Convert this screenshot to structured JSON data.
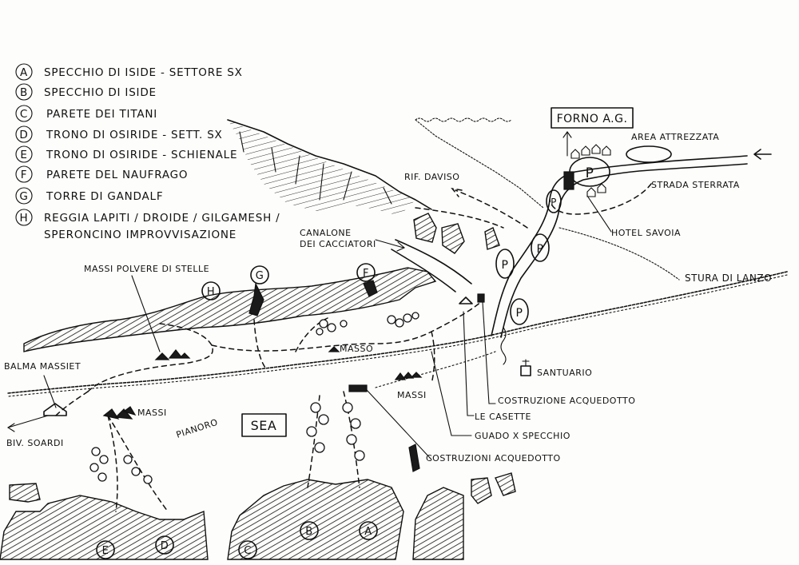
{
  "legend": [
    {
      "letter": "A",
      "text": "SPECCHIO DI ISIDE - SETTORE SX"
    },
    {
      "letter": "B",
      "text": "SPECCHIO DI ISIDE"
    },
    {
      "letter": "C",
      "text": "PARETE DEI TITANI"
    },
    {
      "letter": "D",
      "text": "TRONO DI OSIRIDE - SETT. SX"
    },
    {
      "letter": "E",
      "text": "TRONO DI OSIRIDE - SCHIENALE"
    },
    {
      "letter": "F",
      "text": "PARETE DEL NAUFRAGO"
    },
    {
      "letter": "G",
      "text": "TORRE DI GANDALF"
    },
    {
      "letter": "H",
      "text": "REGGIA LAPITI / DROIDE / GILGAMESH /",
      "text2": "SPERONCINO IMPROVVISAZIONE"
    }
  ],
  "places": {
    "forno": "FORNO A.G.",
    "area": "AREA ATTREZZATA",
    "strada": "STRADA STERRATA",
    "hotel": "HOTEL SAVOIA",
    "stura": "STURA DI LANZO",
    "rif": "RIF. DAVISO",
    "canalone1": "CANALONE",
    "canalone2": "DEI CACCIATORI",
    "polvere": "MASSI POLVERE DI STELLE",
    "balma": "BALMA MASSIET",
    "biv": "BIV. SOARDI",
    "massi1": "MASSI",
    "massi2": "MASSI",
    "masso": "MASSO",
    "pianoro": "PIANORO",
    "sea": "SEA",
    "santuario": "SANTUARIO",
    "costr_acq": "COSTRUZIONE ACQUEDOTTO",
    "casette": "LE CASETTE",
    "guado": "GUADO X SPECCHIO",
    "costr_acq2": "COSTRUZIONI ACQUEDOTTO"
  },
  "parking": "P",
  "sector_labels": {
    "A": "A",
    "B": "B",
    "C": "C",
    "D": "D",
    "E": "E",
    "F": "F",
    "G": "G",
    "H": "H"
  }
}
